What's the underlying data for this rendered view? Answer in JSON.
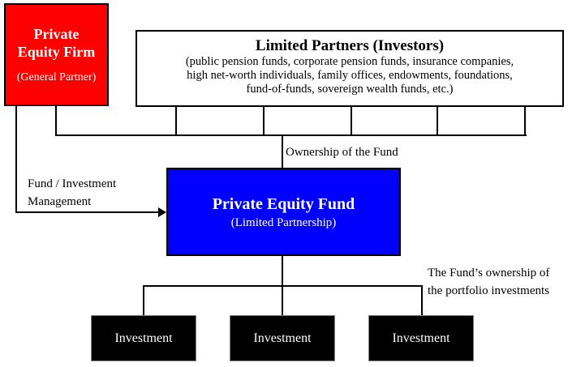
{
  "colors": {
    "gp_box_bg": "#ff0000",
    "lp_box_bg": "#ffffff",
    "fund_box_bg": "#0000ff",
    "investment_box_bg": "#000000",
    "line": "#000000",
    "box_text_light": "#ffffff",
    "label_text": "#000000"
  },
  "gp": {
    "title_line1": "Private",
    "title_line2": "Equity Firm",
    "subtitle": "(General Partner)"
  },
  "lp": {
    "title": "Limited Partners (Investors)",
    "desc_line1": "(public pension funds, corporate pension funds, insurance companies,",
    "desc_line2": "high net-worth individuals, family offices, endowments, foundations,",
    "desc_line3": "fund-of-funds, sovereign wealth funds, etc.)"
  },
  "fund": {
    "title": "Private Equity Fund",
    "subtitle": "(Limited Partnership)"
  },
  "labels": {
    "ownership": "Ownership of the Fund",
    "management_line1": "Fund / Investment",
    "management_line2": "Management",
    "portfolio_line1": "The Fund’s ownership of",
    "portfolio_line2": "the portfolio investments"
  },
  "investments": [
    {
      "label": "Investment"
    },
    {
      "label": "Investment"
    },
    {
      "label": "Investment"
    }
  ]
}
